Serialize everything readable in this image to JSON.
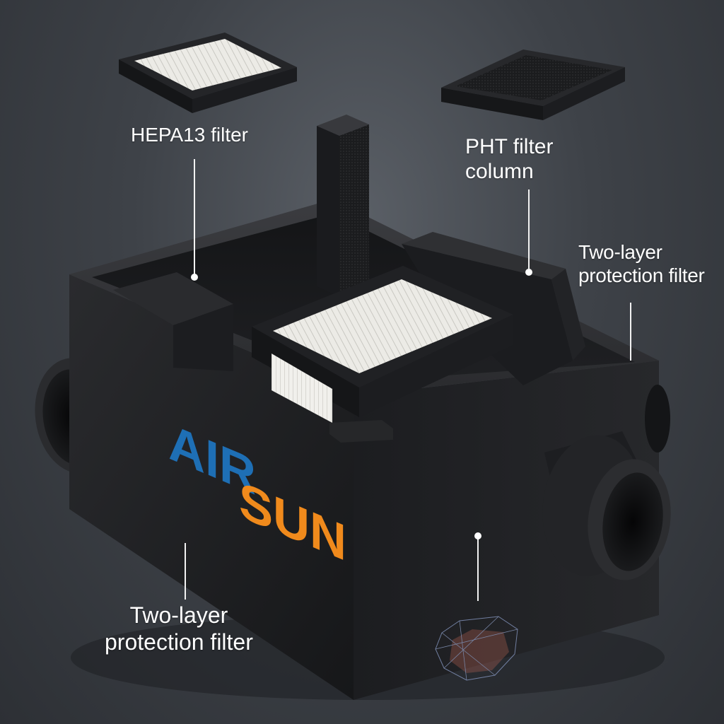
{
  "labels": {
    "hepa13": "HEPA13 filter",
    "pht_line1": "PHT filter",
    "pht_line2": "column",
    "two_layer_right_line1": "Two-layer",
    "two_layer_right_line2": "protection filter",
    "two_layer_bottom_line1": "Two-layer",
    "two_layer_bottom_line2": "protection filter"
  },
  "brand": {
    "logo_part1": "AIR",
    "logo_part2": "SUN",
    "color_part1": "#1e6fb5",
    "color_part2": "#f08a1c"
  },
  "colors": {
    "housing": "#1f2023",
    "filter_media": "#e9e9e6",
    "accent_mesh": "#c96a5a"
  }
}
